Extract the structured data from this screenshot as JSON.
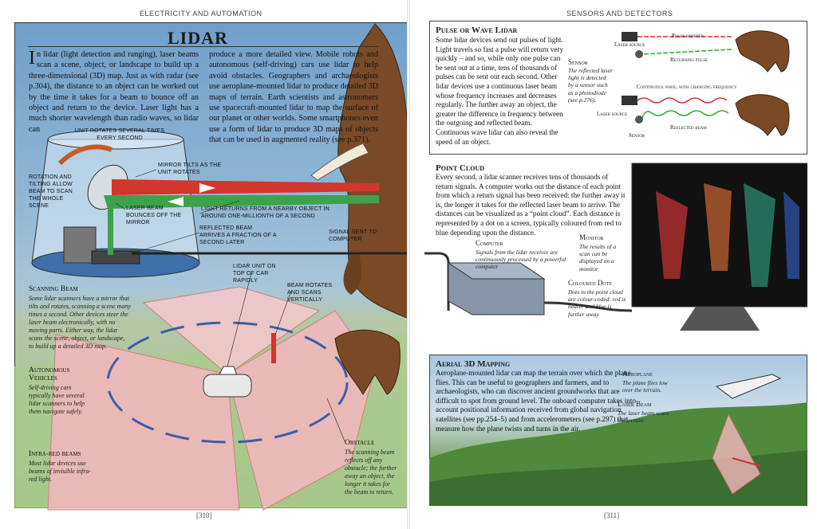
{
  "left": {
    "running_head": "ELECTRICITY AND AUTOMATION",
    "title": "LIDAR",
    "intro_col1_dropcap": "I",
    "intro_col1": "n lidar (light detection and ranging), laser beams scan a scene, object, or landscape to build up a three-dimensional (3D) map. Just as with radar (see p.304), the distance to an object can be worked out by the time it takes for a beam to bounce off an object and return to the device. Laser light has a much shorter wavelength than radio waves, so lidar can",
    "intro_col2": "produce a more detailed view. Mobile robots and autonomous (self-driving) cars use lidar to help avoid obstacles. Geographers and archaeologists use aeroplane-mounted lidar to produce detailed 3D maps of terrain. Earth scientists and astronomers use spacecraft-mounted lidar to map the surface of our planet or other worlds. Some smartphones even use a form of lidar to produce 3D maps of objects that can be used in augmented reality (see p.371).",
    "callouts": {
      "unit_rotates": "Unit rotates several times every second",
      "mirror_tilts": "Mirror tilts as the unit rotates",
      "rotation_tilting": "Rotation and tilting allow beam to scan the whole scene",
      "laser_bounces": "Laser beam bounces off the mirror",
      "light_returns": "Light returns from a nearby object in around one-millionth of a second",
      "reflected_arrives": "Reflected beam arrives a fraction of a second later",
      "signal_sent": "Signal sent to computer",
      "lidar_unit": "Lidar unit on top of car rapidly",
      "beam_rotates": "Beam rotates and scans vertically"
    },
    "scanning_beam": {
      "heading": "Scanning Beam",
      "body": "Some lidar scanners have a mirror that tilts and rotates, scanning a scene many times a second. Other devices steer the laser beam electronically, with no moving parts. Either way, the lidar scans the scene, object, or landscape, to build up a detailed 3D map."
    },
    "autonomous": {
      "heading": "Autonomous Vehicles",
      "body": "Self-driving cars typically have several lidar scanners to help them navigate safely."
    },
    "infra_red": {
      "heading": "Infra-red beams",
      "body": "Most lidar devices use beams of invisible infra-red light."
    },
    "obstacle": {
      "heading": "Obstacle",
      "body": "The scanning beam reflects off any obstacle; the further away an object, the longer it takes for the beam to return."
    },
    "page_number": "[310]"
  },
  "right": {
    "running_head": "SENSORS AND DETECTORS",
    "pulse": {
      "title": "Pulse or Wave Lidar",
      "body": "Some lidar devices send out pulses of light. Light travels so fast a pulse will return very quickly – and so, while only one pulse can be sent out at a time, tens of thousands of pulses can be sent out each second. Other lidar devices use a continuous laser beam whose frequency increases and decreases regularly. The further away an object, the greater the difference in frequency between the outgoing and reflected beam. Continuous wave lidar can also reveal the speed of an object.",
      "pulse_emitted": "Pulse emitted",
      "laser_source": "Laser source",
      "returning_pulse": "Returning pulse",
      "sensor_heading": "Sensor",
      "sensor_body": "The reflected laser light is detected by a sensor such as a photodiode (see p.276).",
      "continuous_wave": "Continuous wave, with changing frequency",
      "laser_source_2": "Laser source",
      "sensor_2": "Sensor",
      "reflected_beam": "Reflected beam"
    },
    "point_cloud": {
      "title": "Point Cloud",
      "body": "Every second, a lidar scanner receives tens of thousands of return signals. A computer works out the distance of each point from which a return signal has been received: the further away it is, the longer it takes for the reflected laser beam to arrive. The distances can be visualized as a “point cloud”. Each distance is represented by a dot on a screen, typically coloured from red to blue depending upon the distance.",
      "computer_heading": "Computer",
      "computer_body": "Signals from the lidar receiver are continuously processed by a powerful computer",
      "monitor_heading": "Monitor",
      "monitor_body": "The results of a scan can be displayed on a monitor",
      "dots_heading": "Coloured Dots",
      "dots_body": "Dots in the point cloud are colour-coded: red is nearer and blue is further away."
    },
    "aerial": {
      "title": "Aerial 3D Mapping",
      "body": "Aeroplane-mounted lidar can map the terrain over which the plane flies. This can be useful to geographers and farmers, and to archaeologists, who can discover ancient groundworks that are difficult to spot from ground level. The onboard computer takes into account positional information received from global navigation satellites (see pp.254–5) and from accelerometers (see p.297) that measure how the plane twists and turns in the air.",
      "aeroplane_heading": "Aeroplane",
      "aeroplane_body": "The plane flies low over the terrain.",
      "laser_heading": "Laser Beam",
      "laser_body": "The laser beam scans the terrain."
    },
    "page_number": "[311]"
  }
}
